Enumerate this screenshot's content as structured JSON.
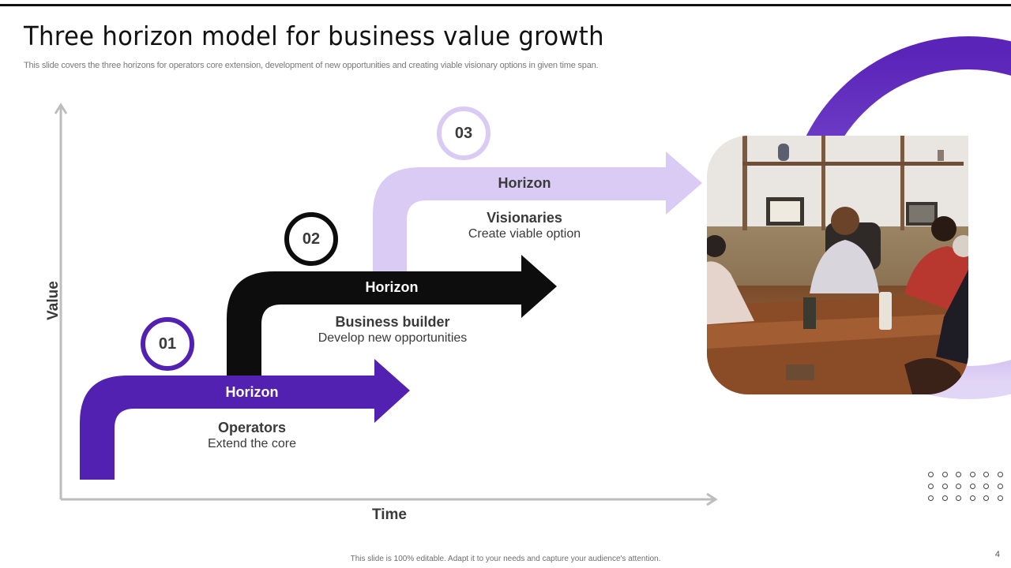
{
  "slide": {
    "title": "Three horizon model for business value growth",
    "subtitle": "This slide covers the three horizons for operators core extension, development of new opportunities and creating viable visionary options in given time span.",
    "footer": "This slide is 100% editable.  Adapt it to your needs and capture your audience's attention.",
    "page_number": "4"
  },
  "axes": {
    "y_label": "Value",
    "x_label": "Time"
  },
  "horizons": [
    {
      "number": "01",
      "band_label": "Horizon",
      "heading": "Operators",
      "description": "Extend the core",
      "color": "#5221b1",
      "text_color": "#ffffff"
    },
    {
      "number": "02",
      "band_label": "Horizon",
      "heading": "Business builder",
      "description": "Develop new opportunities",
      "color": "#0d0d0d",
      "text_color": "#ffffff"
    },
    {
      "number": "03",
      "band_label": "Horizon",
      "heading": "Visionaries",
      "description": "Create viable option",
      "color": "#d9cbf3",
      "text_color": "#3a3a3a"
    }
  ],
  "colors": {
    "accent_purple": "#5221b1",
    "accent_lavender": "#d9cbf3",
    "dark": "#0d0d0d",
    "axis_gray": "#b8b8b8"
  },
  "image": {
    "description": "Business meeting photo around a conference table"
  },
  "decoration": {
    "dot_grid": {
      "rows": 3,
      "cols": 6
    }
  }
}
